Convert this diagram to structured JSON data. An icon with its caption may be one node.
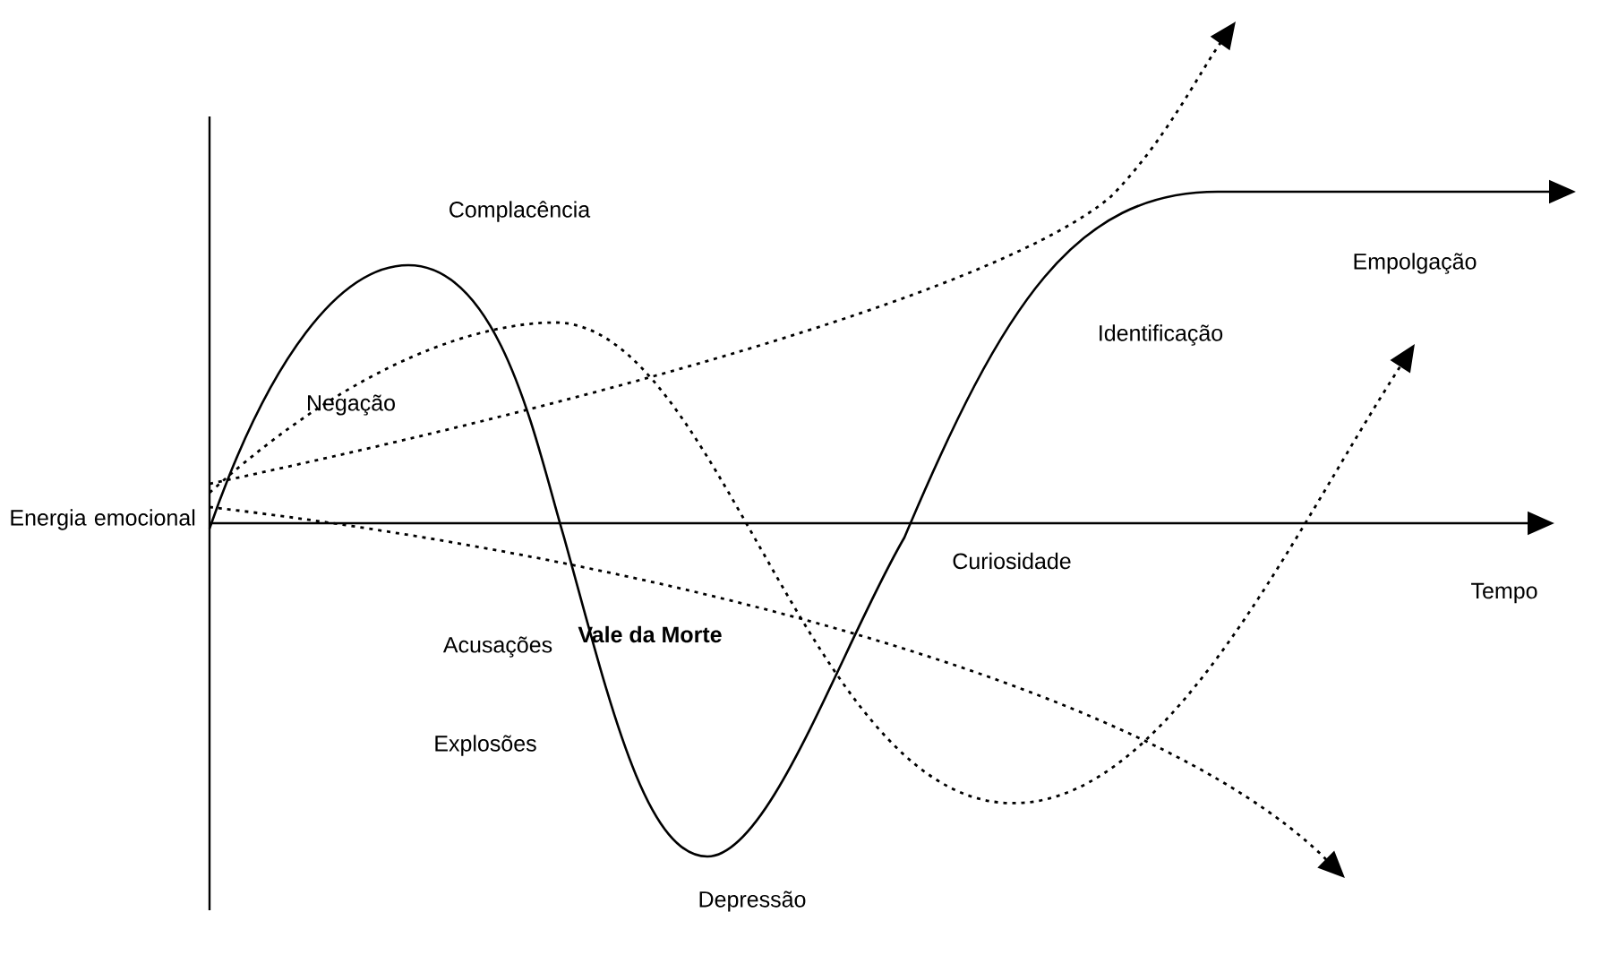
{
  "diagram": {
    "labels": [
      "Complacência",
      "Empolgação",
      "Identificação",
      "Negação",
      "Energia emocional",
      "Curiosidade",
      "Tempo",
      "Acusações",
      "Vale da Morte",
      "Explosões",
      "Depressão"
    ]
  }
}
